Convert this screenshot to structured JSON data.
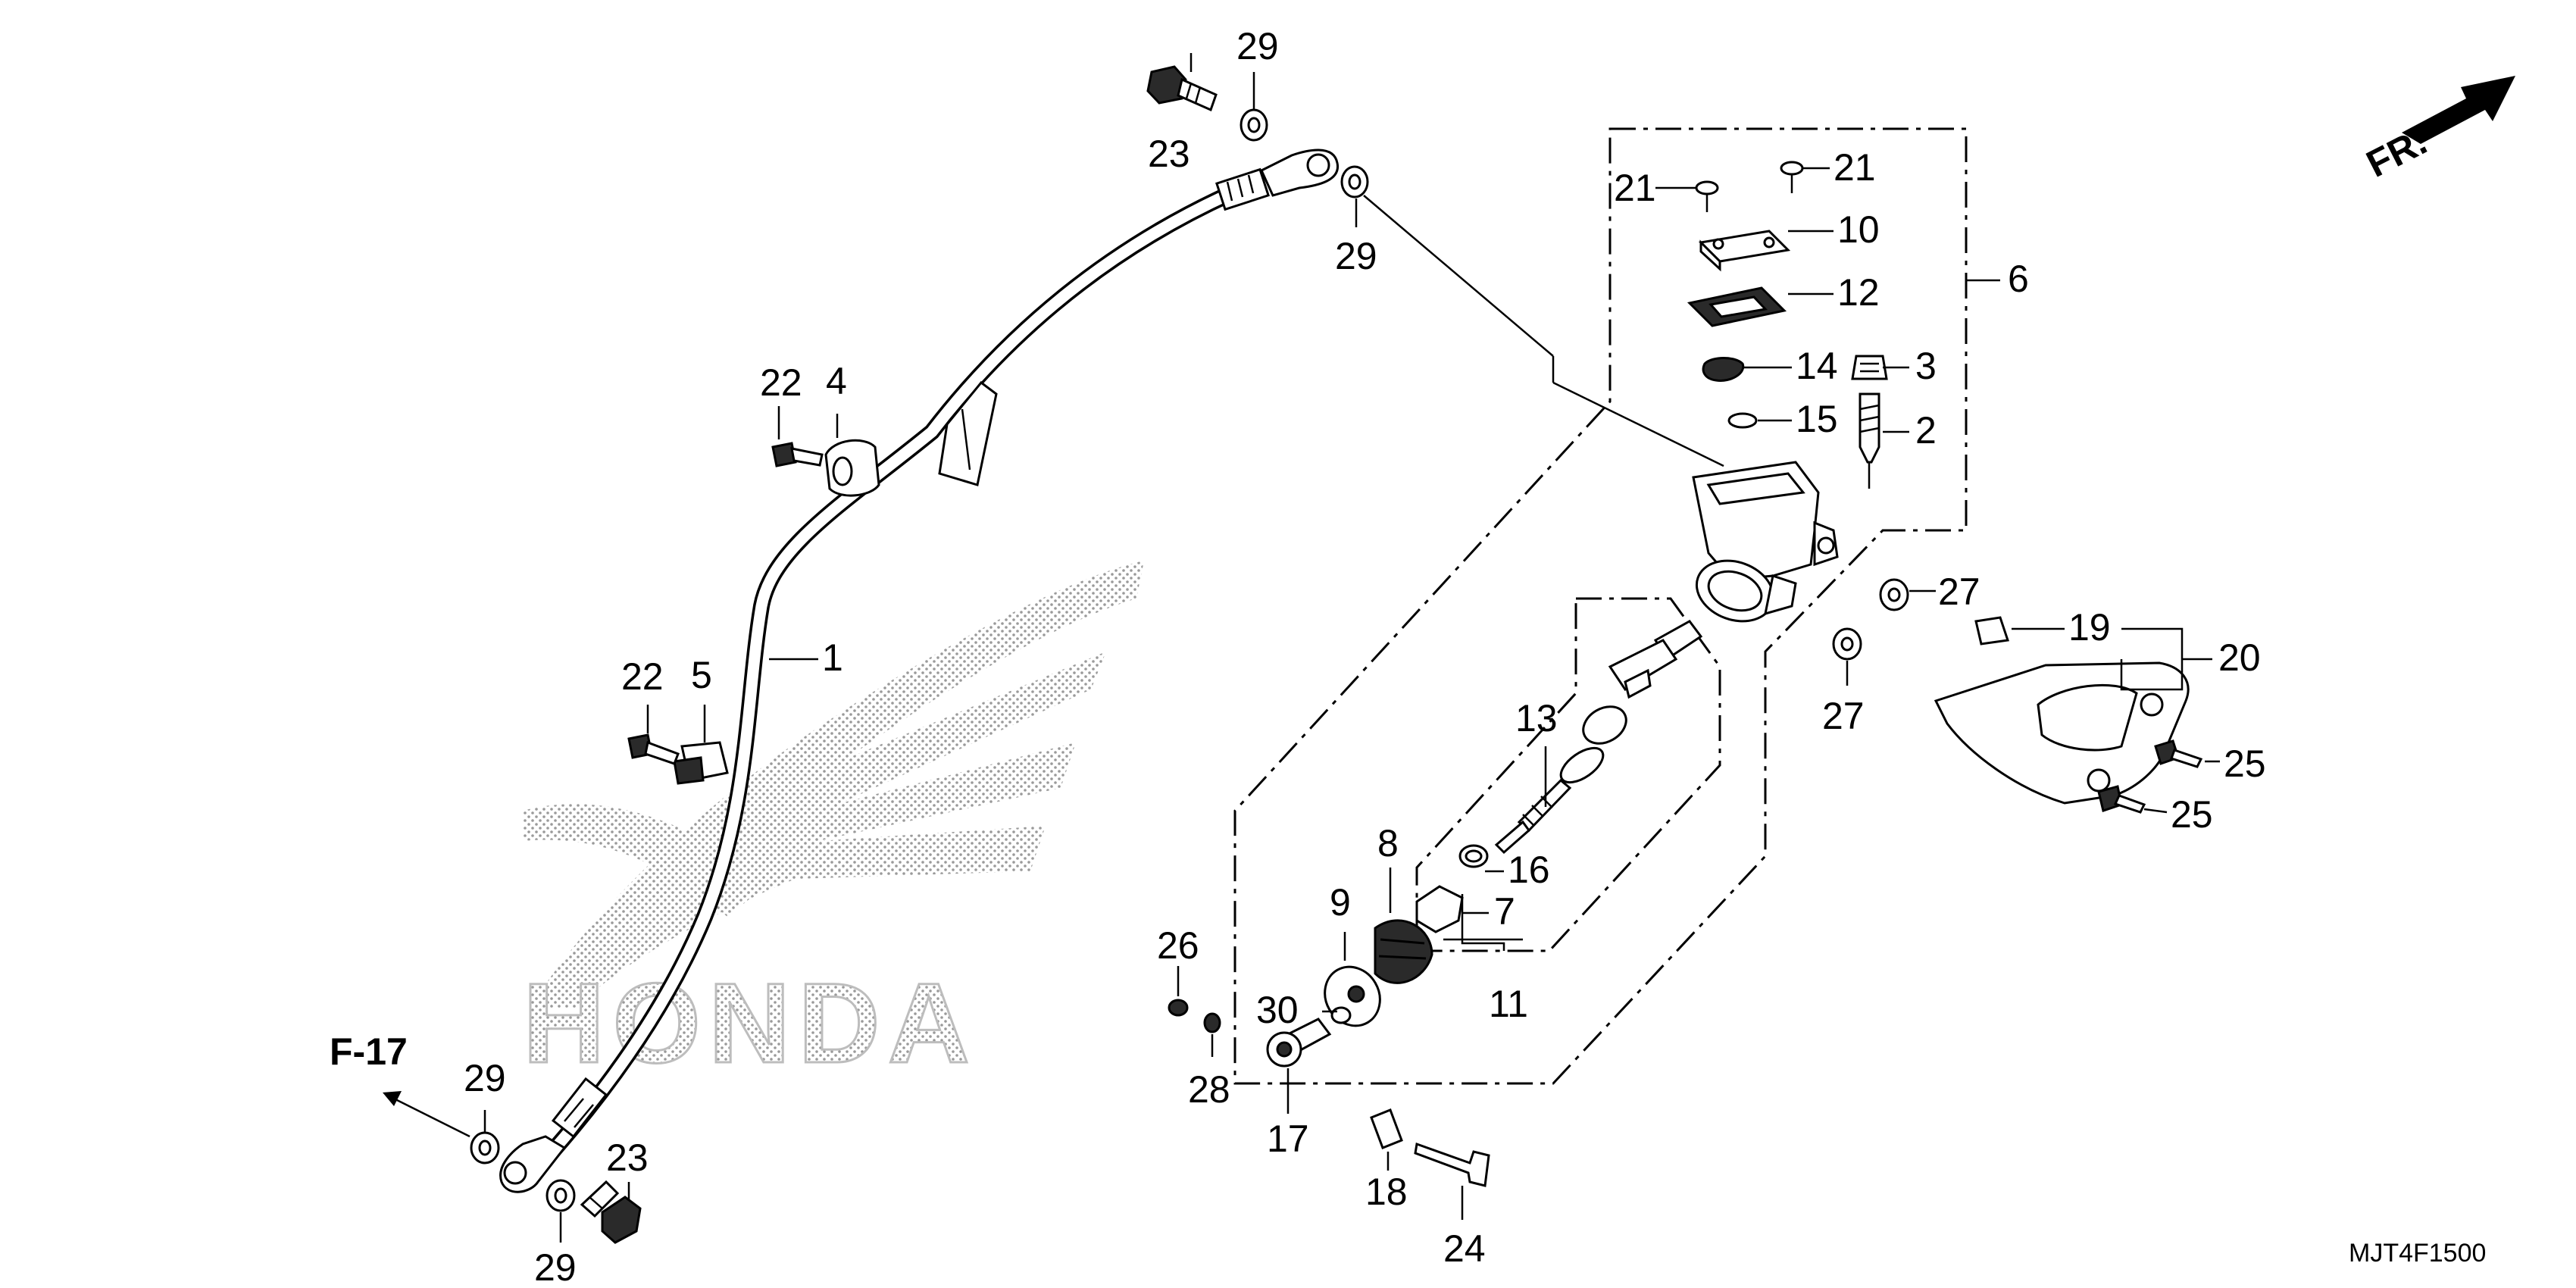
{
  "callouts": [
    {
      "label": "1"
    },
    {
      "label": "2"
    },
    {
      "label": "3"
    },
    {
      "label": "4"
    },
    {
      "label": "5"
    },
    {
      "label": "6"
    },
    {
      "label": "7"
    },
    {
      "label": "8"
    },
    {
      "label": "9"
    },
    {
      "label": "10"
    },
    {
      "label": "11"
    },
    {
      "label": "12"
    },
    {
      "label": "13"
    },
    {
      "label": "14"
    },
    {
      "label": "15"
    },
    {
      "label": "16"
    },
    {
      "label": "17"
    },
    {
      "label": "18"
    },
    {
      "label": "19"
    },
    {
      "label": "20"
    },
    {
      "label": "21"
    },
    {
      "label": "21"
    },
    {
      "label": "22"
    },
    {
      "label": "22"
    },
    {
      "label": "23"
    },
    {
      "label": "23"
    },
    {
      "label": "24"
    },
    {
      "label": "25"
    },
    {
      "label": "25"
    },
    {
      "label": "26"
    },
    {
      "label": "27"
    },
    {
      "label": "27"
    },
    {
      "label": "28"
    },
    {
      "label": "29"
    },
    {
      "label": "29"
    },
    {
      "label": "29"
    },
    {
      "label": "29"
    },
    {
      "label": "30"
    }
  ],
  "reference_left": "F-17",
  "front_marker": "FR.",
  "watermark_text": "HONDA",
  "diagram_code": "MJT4F1500",
  "icons": {
    "watermark": "honda-wing-logo-icon",
    "front": "front-direction-arrow-icon",
    "reference": "reference-arrow-icon"
  }
}
